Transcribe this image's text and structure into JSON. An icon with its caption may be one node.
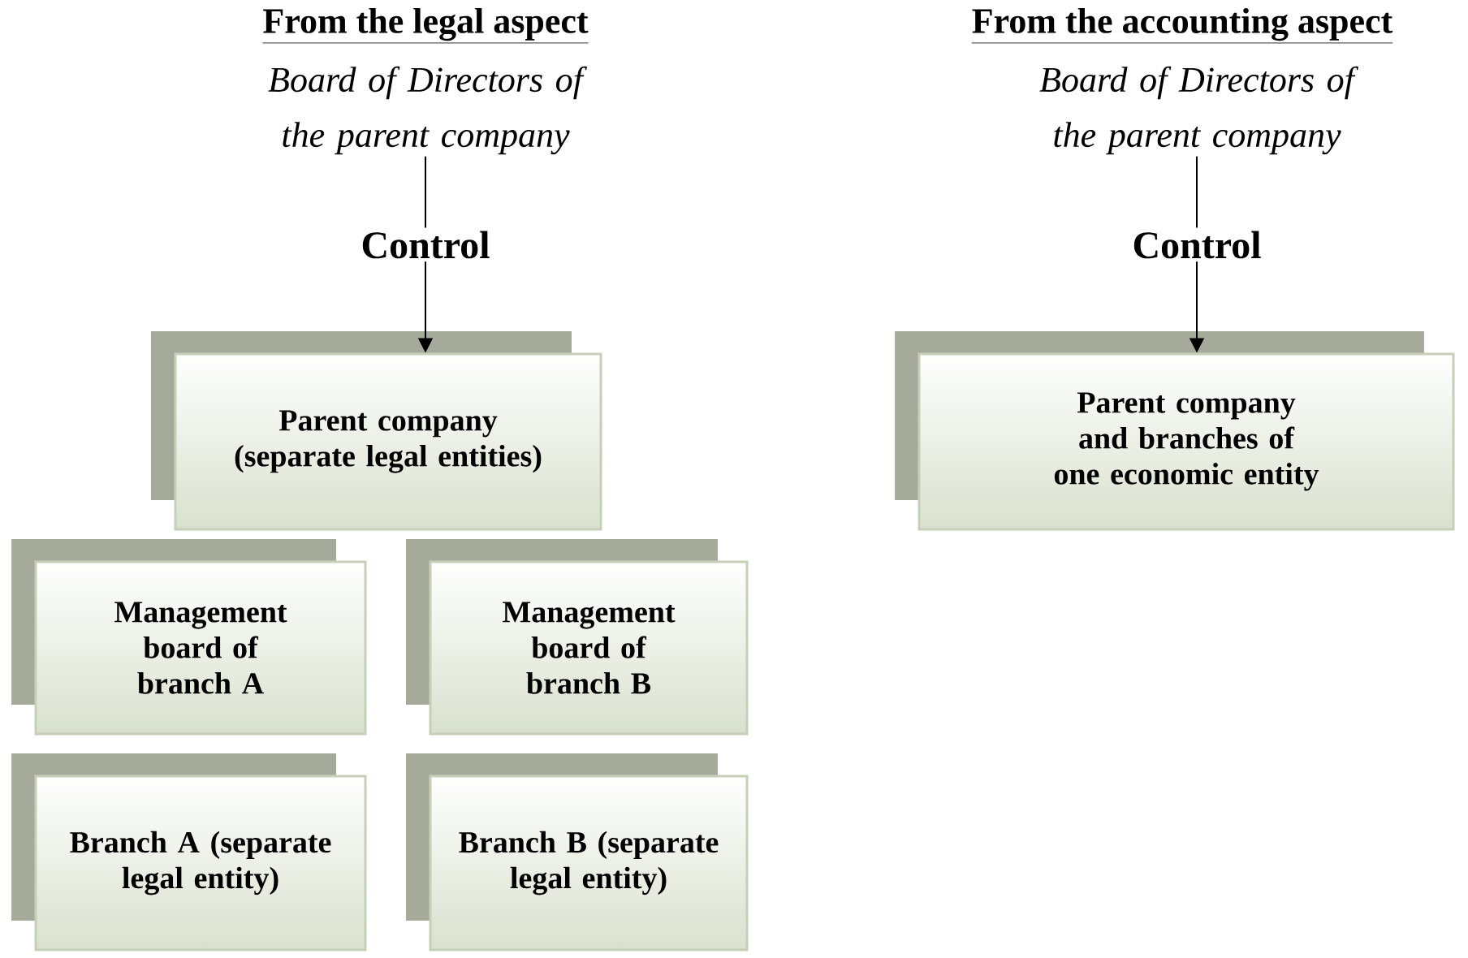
{
  "diagram": {
    "nodes": [
      {
        "text": [
          "Board of Directors of the parent company"
        ]
      },
      {
        "text": [
          "Parent company (separate legal entities)"
        ]
      },
      {
        "text": [
          "Management board of branch A"
        ]
      },
      {
        "text": [
          "Management board of branch B"
        ]
      },
      {
        "text": [
          "Branch A (separate legal entity)"
        ]
      },
      {
        "text": [
          "Branch B (separate legal entity)"
        ]
      },
      {
        "text": [
          "Board of Directors of the parent company"
        ]
      },
      {
        "text": [
          "Parent company and branches of one economic entity"
        ]
      }
    ],
    "edges": [
      {
        "from": 0,
        "to": 1,
        "arrow": "to",
        "label": "Control"
      },
      {
        "from": 6,
        "to": 7,
        "arrow": "to",
        "label": "Control"
      }
    ],
    "labels": [
      "From the legal aspect",
      "From the accounting aspect"
    ]
  }
}
